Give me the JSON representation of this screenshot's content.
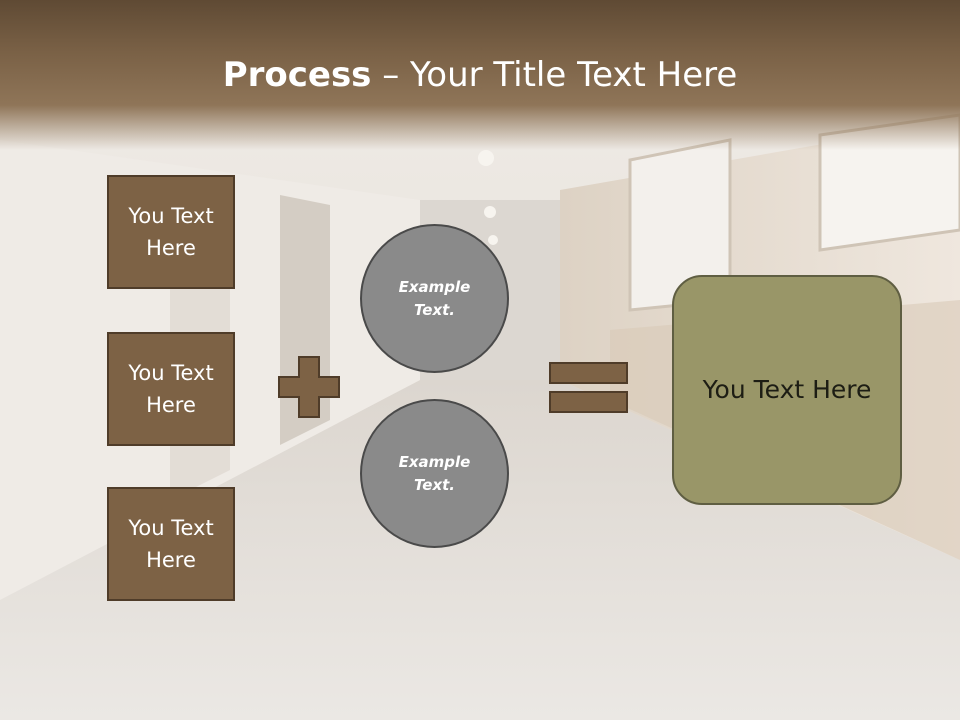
{
  "slide": {
    "title_bold": "Process",
    "title_rest": " – Your Title Text Here",
    "boxes": [
      {
        "label": "You Text Here"
      },
      {
        "label": "You Text Here"
      },
      {
        "label": "You Text Here"
      }
    ],
    "circles": [
      {
        "label": "Example Text."
      },
      {
        "label": "Example Text."
      }
    ],
    "result": {
      "label": "You Text Here"
    },
    "operators": {
      "plus": "plus-icon",
      "equals": "equals-icon"
    }
  },
  "colors": {
    "header": "#7a6146",
    "box_fill": "#7d6245",
    "circle_fill": "#8a8a8a",
    "result_fill": "#999668"
  }
}
